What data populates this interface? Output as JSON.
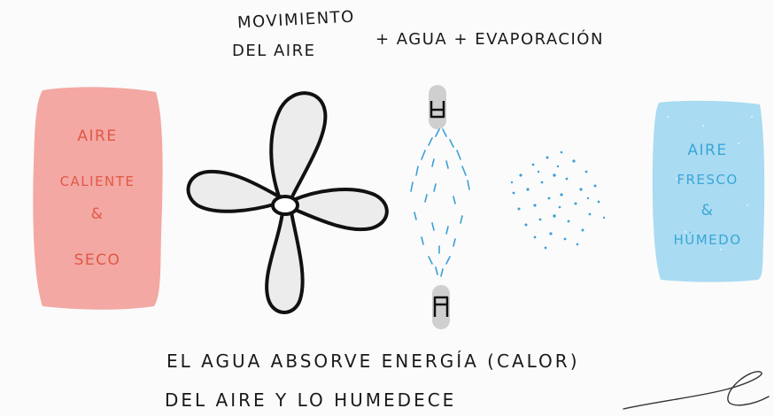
{
  "title": {
    "line1_left": "MOVIMIENTO",
    "line2_left": "DEL AIRE",
    "right": "+ AGUA + EVAPORACIÓN"
  },
  "hot_air": {
    "line1": "AIRE",
    "line2": "CALIENTE",
    "line3": "&",
    "line4": "SECO",
    "color": "#f3a8a3",
    "text_color": "#e05846"
  },
  "cool_air": {
    "line1": "AIRE",
    "line2": "FRESCO",
    "line3": "&",
    "line4": "HÚMEDO",
    "color": "#a9dbf2",
    "text_color": "#3aa6d8"
  },
  "caption": {
    "line1": "EL AGUA ABSORVE ENERGÍA (CALOR)",
    "line2": "DEL AIRE Y LO HUMEDECE"
  },
  "colors": {
    "fan_fill": "#ececec",
    "fan_stroke": "#111111",
    "spray": "#3d9fd6",
    "nozzle_bar": "#cfcfcf"
  }
}
